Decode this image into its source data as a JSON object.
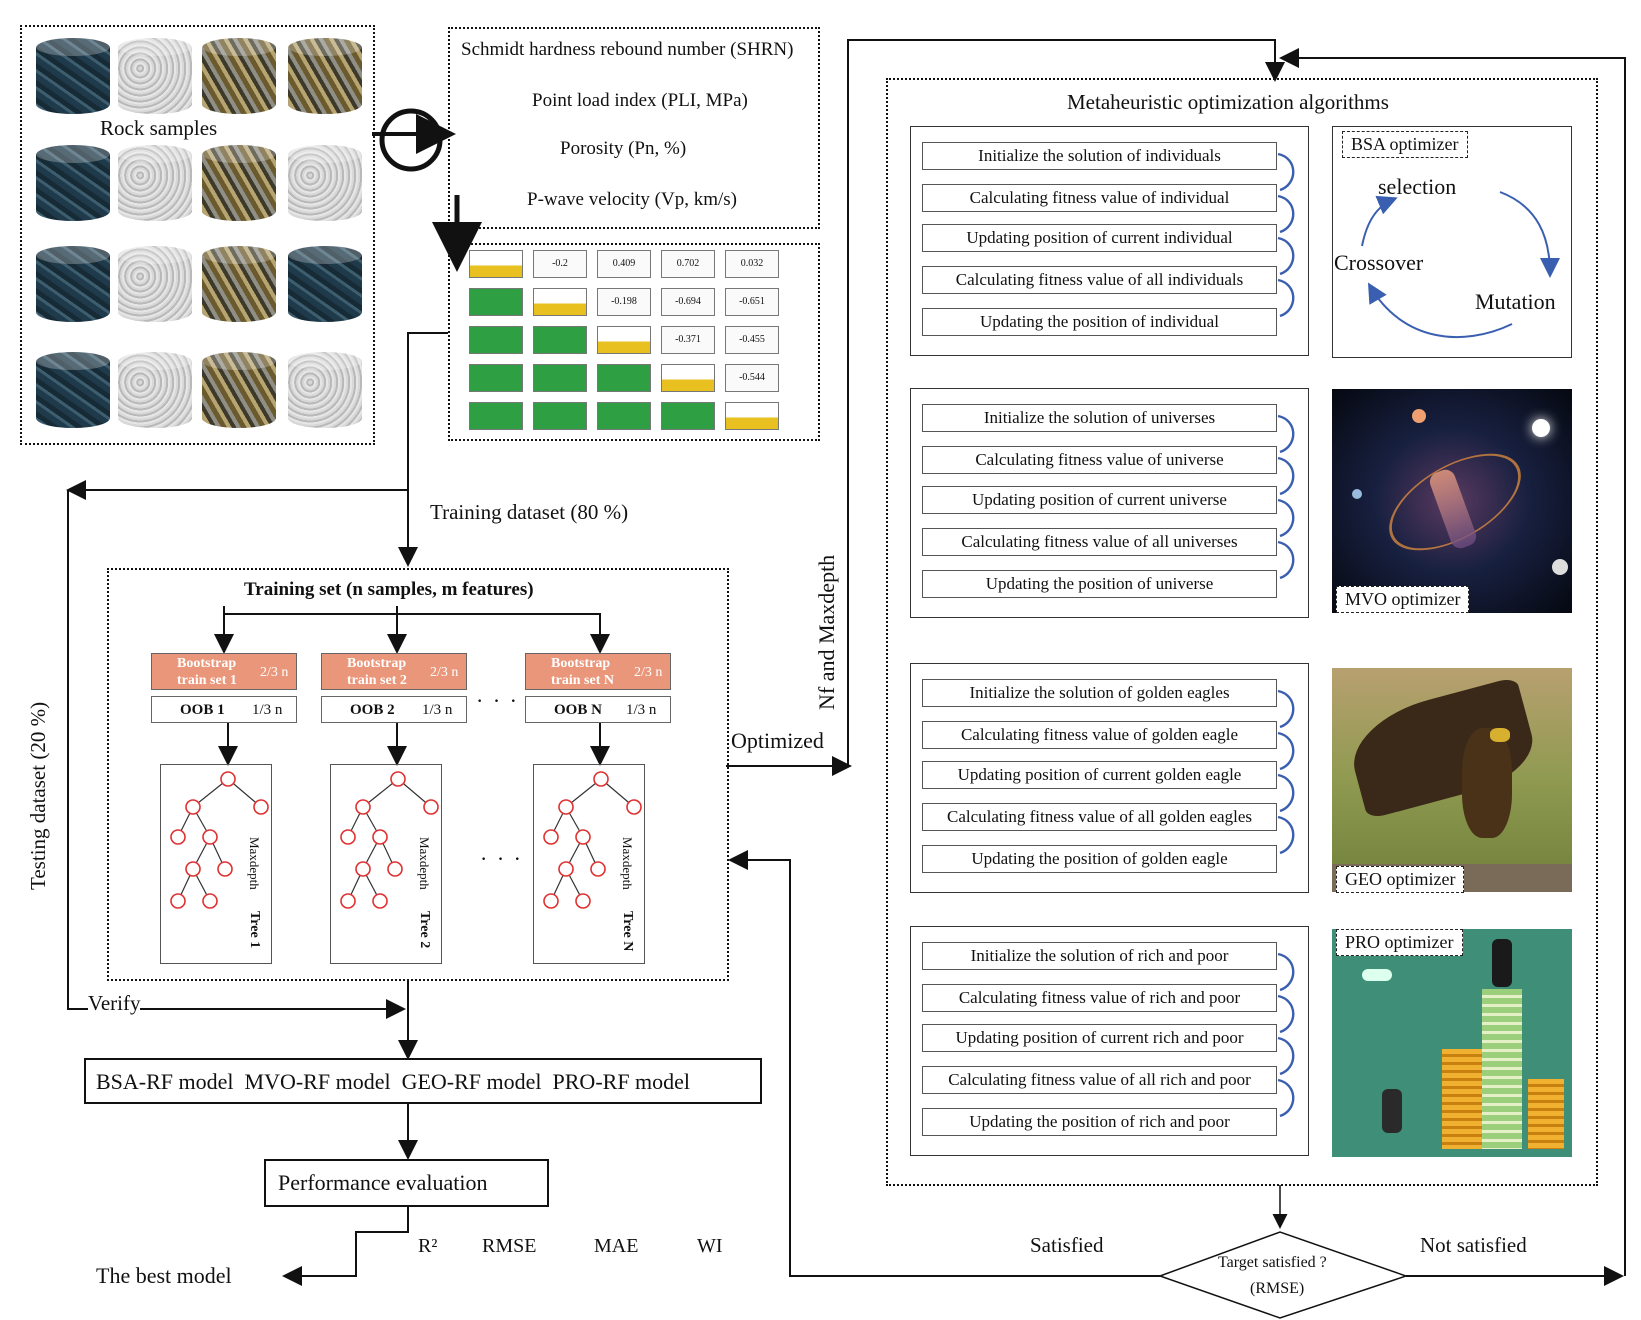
{
  "rock_samples": {
    "label": "Rock samples"
  },
  "features": [
    "Schmidt hardness rebound number (SHRN)",
    "Point load index (PLI, MPa)",
    "Porosity (Pn, %)",
    "P-wave velocity (Vp, km/s)"
  ],
  "corr_matrix": {
    "values": [
      "-0.2",
      "0.409",
      "0.702",
      "0.032",
      "-0.198",
      "-0.694",
      "-0.651",
      "-0.371",
      "-0.455",
      "-0.544"
    ]
  },
  "labels": {
    "training_dataset": "Training dataset (80 %)",
    "testing_dataset": "Testing dataset (20 %)",
    "training_set": "Training set (n samples, m features)",
    "verify": "Verify",
    "optimized": "Optimized",
    "nf_maxdepth": "Nf and Maxdepth",
    "satisfied": "Satisfied",
    "not_satisfied": "Not satisfied",
    "target_q": "Target satisfied ?",
    "target_metric": "(RMSE)",
    "models": "BSA-RF model  MVO-RF model  GEO-RF model  PRO-RF model",
    "performance": "Performance evaluation",
    "best_model": "The best model",
    "metrics": [
      "R²",
      "RMSE",
      "MAE",
      "WI"
    ],
    "dots": "· · ·",
    "maxdepth": "Maxdepth"
  },
  "bootstrap": [
    {
      "boot": "Bootstrap",
      "set": "train set 1",
      "oob": "OOB 1",
      "tree": "Tree 1"
    },
    {
      "boot": "Bootstrap",
      "set": "train set 2",
      "oob": "OOB 2",
      "tree": "Tree 2"
    },
    {
      "boot": "Bootstrap",
      "set": "train set N",
      "oob": "OOB N",
      "tree": "Tree N"
    }
  ],
  "fraction": {
    "boot": "2/3 n",
    "oob": "1/3 n"
  },
  "meta": {
    "title": "Metaheuristic optimization algorithms",
    "groups": [
      {
        "name": "BSA optimizer",
        "steps": [
          "Initialize the solution of individuals",
          "Calculating fitness value of individual",
          "Updating position of current individual",
          "Calculating fitness value of all individuals",
          "Updating the position of individual"
        ],
        "cycle": [
          "selection",
          "Crossover",
          "Mutation"
        ]
      },
      {
        "name": "MVO optimizer",
        "steps": [
          "Initialize the solution of universes",
          "Calculating fitness value of universe",
          "Updating position of current universe",
          "Calculating fitness value of all universes",
          "Updating the position of universe"
        ]
      },
      {
        "name": "GEO optimizer",
        "steps": [
          "Initialize the solution of golden eagles",
          "Calculating fitness value of golden eagle",
          "Updating position of current golden eagle",
          "Calculating fitness value of all golden eagles",
          "Updating the position of golden eagle"
        ]
      },
      {
        "name": "PRO optimizer",
        "steps": [
          "Initialize the solution of rich and poor",
          "Calculating fitness value of rich and poor",
          "Updating position of current rich and poor",
          "Calculating fitness value of all rich and poor",
          "Updating the position of rich and poor"
        ]
      }
    ]
  },
  "colors": {
    "boot": "#e9967a",
    "node": "#e03030",
    "curve_arrow": "#3a5fb0",
    "green_cell": "#2ea043"
  }
}
